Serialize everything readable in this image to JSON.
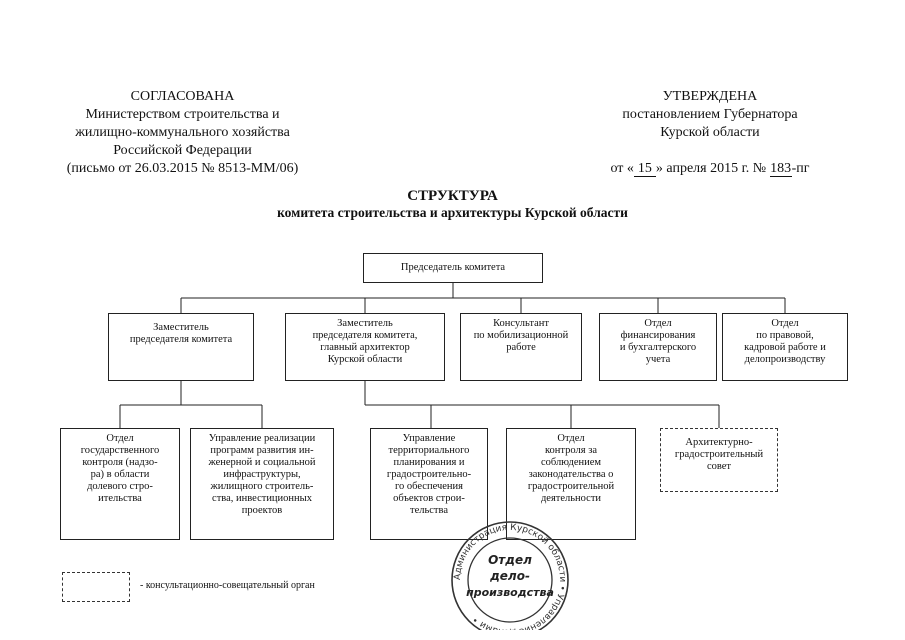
{
  "agreed": {
    "title": "СОГЛАСОВАНА",
    "lines": [
      "Министерством строительства и",
      "жилищно-коммунального хозяйства",
      "Российской Федерации",
      "(письмо от 26.03.2015 № 8513-ММ/06)"
    ]
  },
  "approved": {
    "title": "УТВЕРЖДЕНА",
    "lines": [
      "постановлением Губернатора",
      "Курской области"
    ],
    "date_prefix": "от «",
    "day": "15",
    "date_middle": "» апреля 2015 г. №",
    "number": "183",
    "number_suffix": "-пг"
  },
  "doc_title": {
    "main": "СТРУКТУРА",
    "sub": "комитета строительства и архитектуры Курской области"
  },
  "chart": {
    "chairman": [
      "Председатель комитета"
    ],
    "level2": [
      [
        "Заместитель",
        "председателя комитета"
      ],
      [
        "Заместитель",
        "председателя комитета,",
        "главный архитектор",
        "Курской области"
      ],
      [
        "Консультант",
        "по мобилизационной",
        "работе"
      ],
      [
        "Отдел",
        "финансирования",
        "и бухгалтерского",
        "учета"
      ],
      [
        "Отдел",
        "по правовой,",
        "кадровой работе и",
        "делопроизводству"
      ]
    ],
    "level3": [
      [
        "Отдел",
        "государственного",
        "контроля (надзо-",
        "ра) в области",
        "долевого стро-",
        "ительства"
      ],
      [
        "Управление реализации",
        "программ развития ин-",
        "женерной и социальной",
        "инфраструктуры,",
        "жилищного строитель-",
        "ства, инвестиционных",
        "проектов"
      ],
      [
        "Управление",
        "территориального",
        "планирования и",
        "градостроительно-",
        "го обеспечения",
        "объектов строи-",
        "тельства"
      ],
      [
        "Отдел",
        "контроля за",
        "соблюдением",
        "законодательства о",
        "градостроительной",
        "деятельности"
      ],
      [
        "Архитектурно-",
        "градостроительный",
        "совет"
      ]
    ]
  },
  "legend": {
    "text": "- консультационно-совещательный орган"
  },
  "stamp": {
    "ring_text": "Администрация Курской области • Управление делами •",
    "center_lines": [
      "Отдел",
      "дело-",
      "производства"
    ]
  }
}
